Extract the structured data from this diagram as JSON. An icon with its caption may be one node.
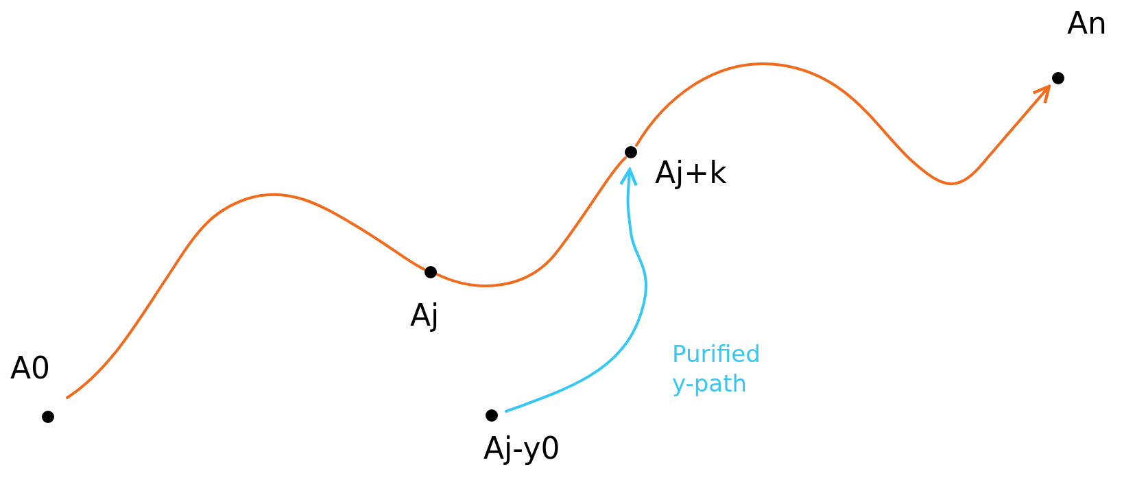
{
  "diagram": {
    "nodes": [
      {
        "text": [],
        "shape": "circle",
        "beside": [
          "A0"
        ]
      },
      {
        "text": [],
        "shape": "circle",
        "beside": [
          "Aj"
        ]
      },
      {
        "text": [],
        "shape": "circle",
        "beside": [
          "Aj+k"
        ]
      },
      {
        "text": [],
        "shape": "circle",
        "beside": [
          "An"
        ]
      },
      {
        "text": [],
        "shape": "circle",
        "beside": [
          "Aj-y0"
        ]
      }
    ],
    "edges": [
      {
        "from": 0,
        "to": 1,
        "arrow": "none",
        "color": "#f26a1b"
      },
      {
        "from": 1,
        "to": 2,
        "arrow": "none",
        "color": "#f26a1b"
      },
      {
        "from": 2,
        "to": 3,
        "arrow": "to",
        "color": "#f26a1b"
      },
      {
        "from": 4,
        "to": 2,
        "arrow": "to",
        "label": "Purified y-path",
        "color": "#35c8f5"
      }
    ]
  }
}
